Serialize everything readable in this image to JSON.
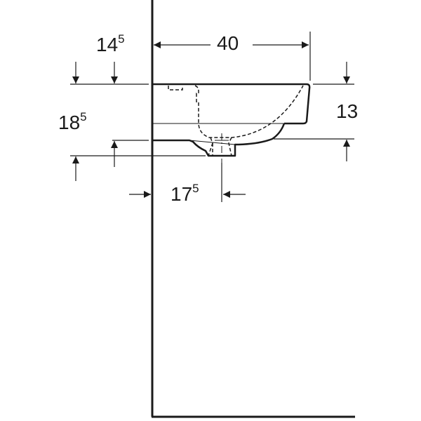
{
  "drawing": {
    "subject": "wall-hung washbasin side elevation",
    "colors": {
      "line": "#1a1a1a",
      "background": "#ffffff"
    }
  },
  "dimensions": {
    "width": {
      "main": "40",
      "sup": ""
    },
    "top_offset": {
      "main": "14",
      "sup": "5"
    },
    "total_height": {
      "main": "18",
      "sup": "5"
    },
    "bowl_height": {
      "main": "13",
      "sup": ""
    },
    "waste_distance": {
      "main": "17",
      "sup": "5"
    }
  }
}
